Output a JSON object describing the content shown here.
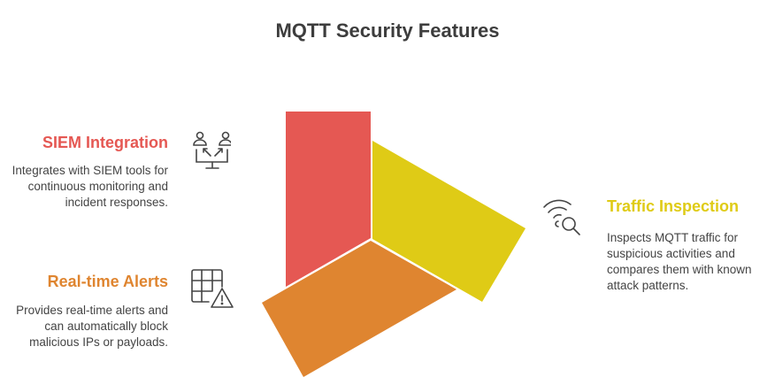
{
  "title": "MQTT Security Features",
  "colors": {
    "siem": "#E55853",
    "traffic": "#DFCB16",
    "alerts": "#DF8530",
    "text": "#444444"
  },
  "features": [
    {
      "name": "SIEM Integration",
      "description": "Integrates with SIEM tools for continuous monitoring and incident responses.",
      "icon": "users-monitor-icon"
    },
    {
      "name": "Traffic Inspection",
      "description": "Inspects MQTT traffic for suspicious activities and compares them with known attack patterns.",
      "icon": "wifi-search-icon"
    },
    {
      "name": "Real-time Alerts",
      "description": "Provides real-time alerts and can automatically block malicious IPs or payloads.",
      "icon": "grid-warning-icon"
    }
  ]
}
